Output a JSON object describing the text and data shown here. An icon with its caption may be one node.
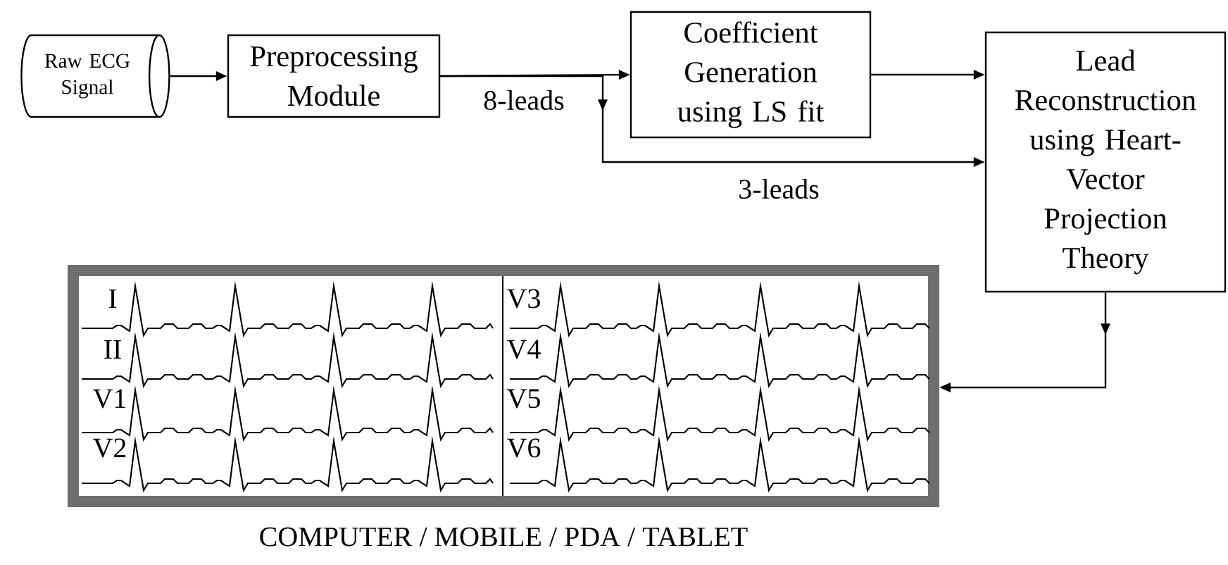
{
  "diagram": {
    "nodes": [
      {
        "text": [
          "Raw ECG Signal"
        ]
      },
      {
        "text": [
          "Preprocessing Module"
        ]
      },
      {
        "text": [
          "Coefficient Generation using LS fit"
        ]
      },
      {
        "text": [
          "Lead Reconstruction using Heart-Vector Projection Theory"
        ]
      },
      {
        "text": [],
        "shape": "box",
        "beside": [
          "COMPUTER / MOBILE / PDA / TABLET"
        ]
      }
    ],
    "edges": [
      {
        "from": 0,
        "to": 1,
        "arrow": "to"
      },
      {
        "from": 1,
        "to": 2,
        "arrow": "to",
        "label": "8-leads"
      },
      {
        "from": 1,
        "to": 3,
        "arrow": "to",
        "label": "3-leads"
      },
      {
        "from": 2,
        "to": 3,
        "arrow": "to"
      },
      {
        "from": 3,
        "to": 4,
        "arrow": "to"
      }
    ],
    "labels": [
      "I",
      "II",
      "V1",
      "V2",
      "V3",
      "V4",
      "V5",
      "V6"
    ]
  }
}
